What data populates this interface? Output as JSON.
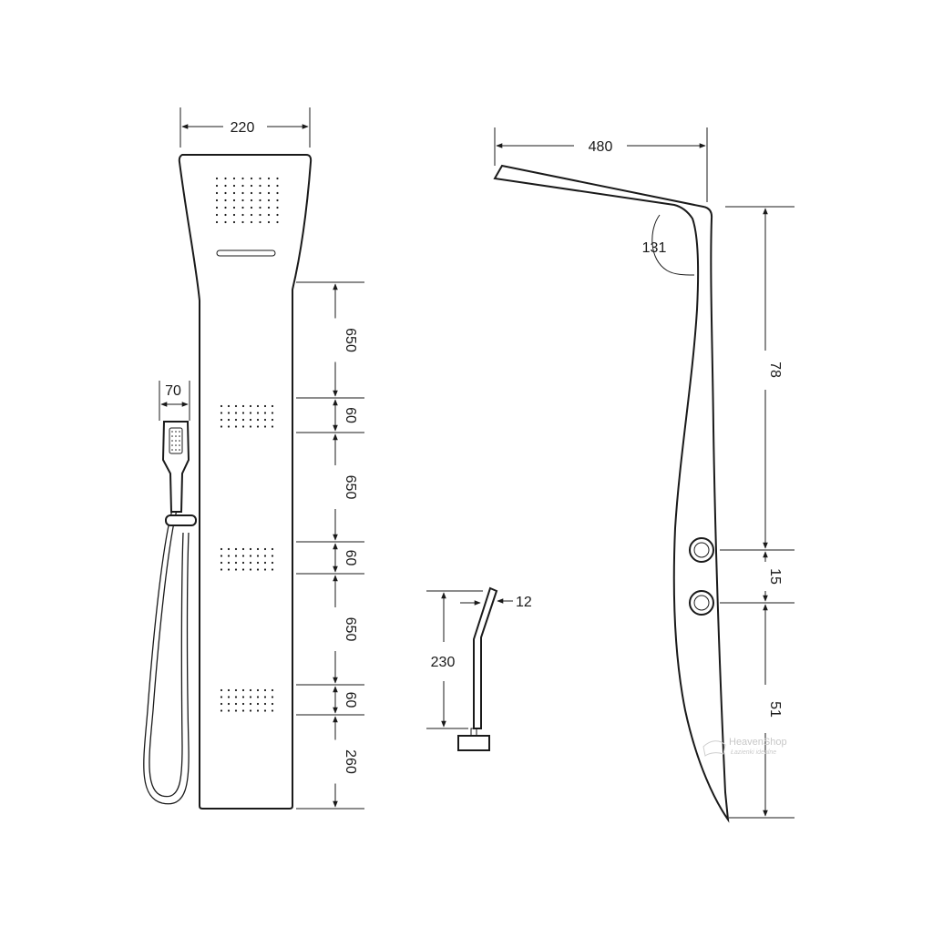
{
  "colors": {
    "line": "#1a1a1a",
    "background": "#ffffff",
    "watermark": "#c8c8c8"
  },
  "front_view": {
    "top_width": "220",
    "handshower_width": "70",
    "vertical_dims": [
      "650",
      "60",
      "650",
      "60",
      "650",
      "60",
      "260"
    ]
  },
  "side_view": {
    "head_length": "480",
    "angle": "131",
    "upper_height": "78",
    "knob_spacing": "15",
    "lower_height": "51"
  },
  "spout_detail": {
    "height": "230",
    "thickness": "12"
  },
  "watermark": {
    "brand": "HeavenShop",
    "slogan": "Łazienki idealne"
  }
}
